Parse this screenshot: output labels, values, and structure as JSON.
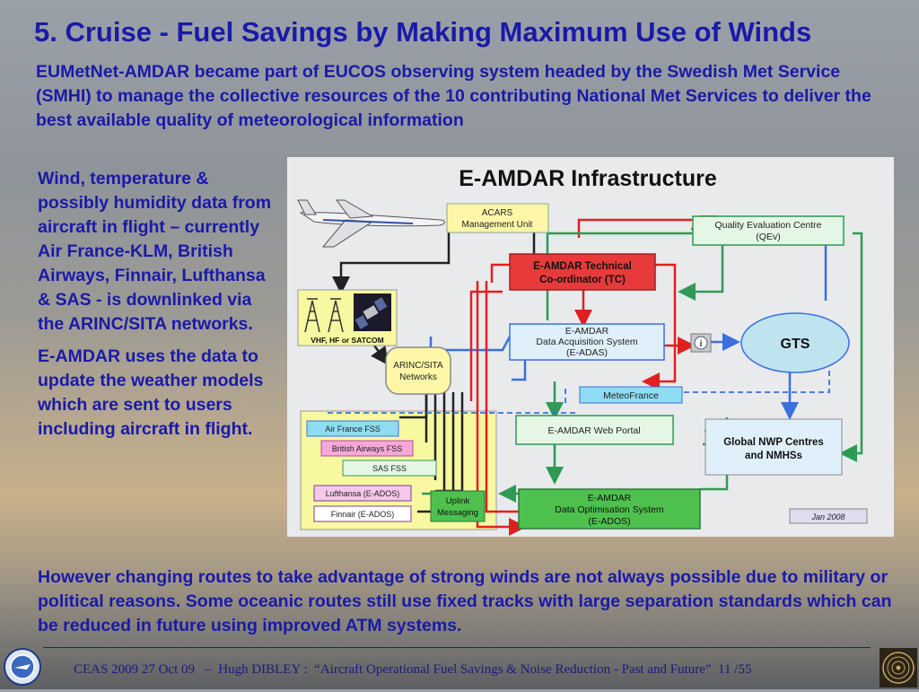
{
  "title": "5. Cruise - Fuel Savings by Making Maximum Use of Winds",
  "intro": "EUMetNet-AMDAR became part of EUCOS observing system headed by the Swedish Met Service (SMHI) to manage the collective resources of the 10 contributing National Met Services to deliver the best available quality of meteorological information",
  "side_text": [
    "Wind, temperature & possibly humidity data from aircraft in flight – currently Air France-KLM, British Airways, Finnair, Lufthansa & SAS - is downlinked via the ARINC/SITA networks.",
    "E-AMDAR uses the data to update the weather models which are sent to users including aircraft in flight."
  ],
  "bottom_text": "However changing routes to take advantage of strong winds are not always possible due to military or political reasons.  Some oceanic routes still use fixed tracks with large separation standards which can be reduced in future using improved ATM systems.",
  "footer": "CEAS 2009 27 Oct 09   –  Hugh DIBLEY :  “Aircraft Operational Fuel Savings & Noise Reduction - Past and Future”  11 /55",
  "diagram": {
    "title": "E-AMDAR Infrastructure",
    "acars": [
      "ACARS",
      "Management Unit"
    ],
    "qec": [
      "Quality Evaluation Centre",
      "(QEv)"
    ],
    "tc": [
      "E-AMDAR Technical",
      "Co-ordinator (TC)"
    ],
    "ground_label": "VHF, HF or SATCOM",
    "adas": [
      "E-AMDAR",
      "Data Acquisition System",
      "(E-ADAS)"
    ],
    "gts": "GTS",
    "info_symbol": "i",
    "arinc": [
      "ARINC/SITA",
      "Networks"
    ],
    "meteofrance": "MeteoFrance",
    "portal": "E-AMDAR Web Portal",
    "nwp": [
      "Global NWP Centres",
      "and NMHSs"
    ],
    "ados": [
      "E-AMDAR",
      "Data Optimisation System",
      "(E-ADOS)"
    ],
    "fss": [
      "Air France FSS",
      "British Airways FSS",
      "SAS FSS",
      "Lufthansa (E-ADOS)",
      "Finnair (E-ADOS)"
    ],
    "uplink": [
      "Uplink",
      "Messaging"
    ],
    "date": "Jan 2008"
  },
  "colors": {
    "text": "#1a1aa8",
    "red_box": "#e83a3a",
    "green_box": "#4ec04e",
    "cyan_box": "#8fdcf2",
    "light_green": "#e4f7e4",
    "yellow_panel": "#f8f8a0"
  },
  "icons": [
    "aircraft-icon",
    "radio-mast-icon",
    "satellite-icon",
    "seal-logo-icon",
    "air-and-space-logo-icon"
  ]
}
